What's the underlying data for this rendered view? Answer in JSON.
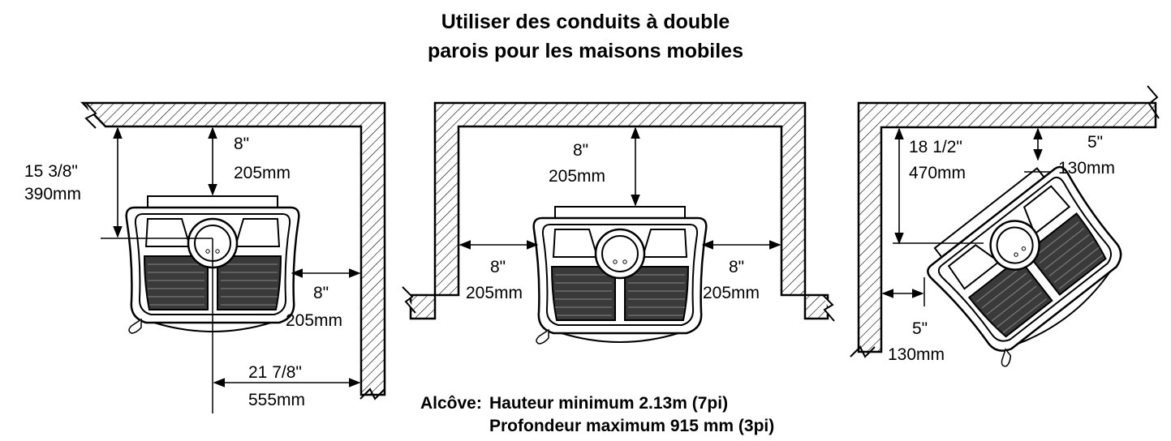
{
  "title": {
    "line1": "Utiliser des conduits à double",
    "line2": "parois pour les maisons mobiles"
  },
  "left": {
    "depth_in": "15 3/8\"",
    "depth_mm": "390mm",
    "back_in": "8\"",
    "back_mm": "205mm",
    "side_in": "8\"",
    "side_mm": "205mm",
    "center_in": "21 7/8\"",
    "center_mm": "555mm"
  },
  "middle": {
    "back_in": "8\"",
    "back_mm": "205mm",
    "left_in": "8\"",
    "left_mm": "205mm",
    "right_in": "8\"",
    "right_mm": "205mm"
  },
  "right": {
    "depth_in": "18 1/2\"",
    "depth_mm": "470mm",
    "back_in": "5\"",
    "back_mm": "130mm",
    "side_in": "5\"",
    "side_mm": "130mm"
  },
  "alcove": {
    "label": "Alcôve:",
    "min_height": "Hauteur minimum  2.13m (7pi)",
    "max_depth": "Profondeur maximum  915 mm (3pi)"
  },
  "colors": {
    "ink": "#000000",
    "paper": "#ffffff"
  }
}
